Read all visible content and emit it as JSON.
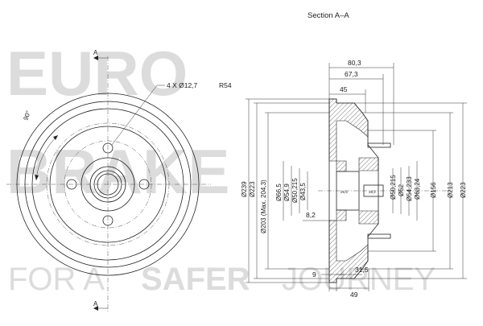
{
  "watermark": {
    "line1": "EURO",
    "line2": "BRAKE",
    "tagline_a": "FOR A",
    "tagline_b": "SAFER",
    "tagline_c": "JOURNEY"
  },
  "section_title": "Section A–A",
  "front_view": {
    "section_mark_top": "A",
    "section_mark_bottom": "A",
    "hole_callout": "4 X Ø12,7",
    "radius_callout": "R54",
    "angle_label": "90°"
  },
  "dims_top": [
    "80,3",
    "67,3",
    "45"
  ],
  "dims_left": [
    "Ø239",
    "Ø223",
    "Ø203 (Max. 204,3)",
    "Ø66,5",
    "Ø54,9",
    "Ø50,215",
    "Ø43,5"
  ],
  "dims_right": [
    "Ø50,215",
    "Ø52",
    "Ø54,233",
    "Ø63,24",
    "Ø156",
    "Ø213",
    "Ø223"
  ],
  "dim_8_2": "8,2",
  "dims_bottom": [
    "9",
    "31,5",
    "49"
  ],
  "tiny_labels": [
    "25,5",
    "28,2"
  ]
}
